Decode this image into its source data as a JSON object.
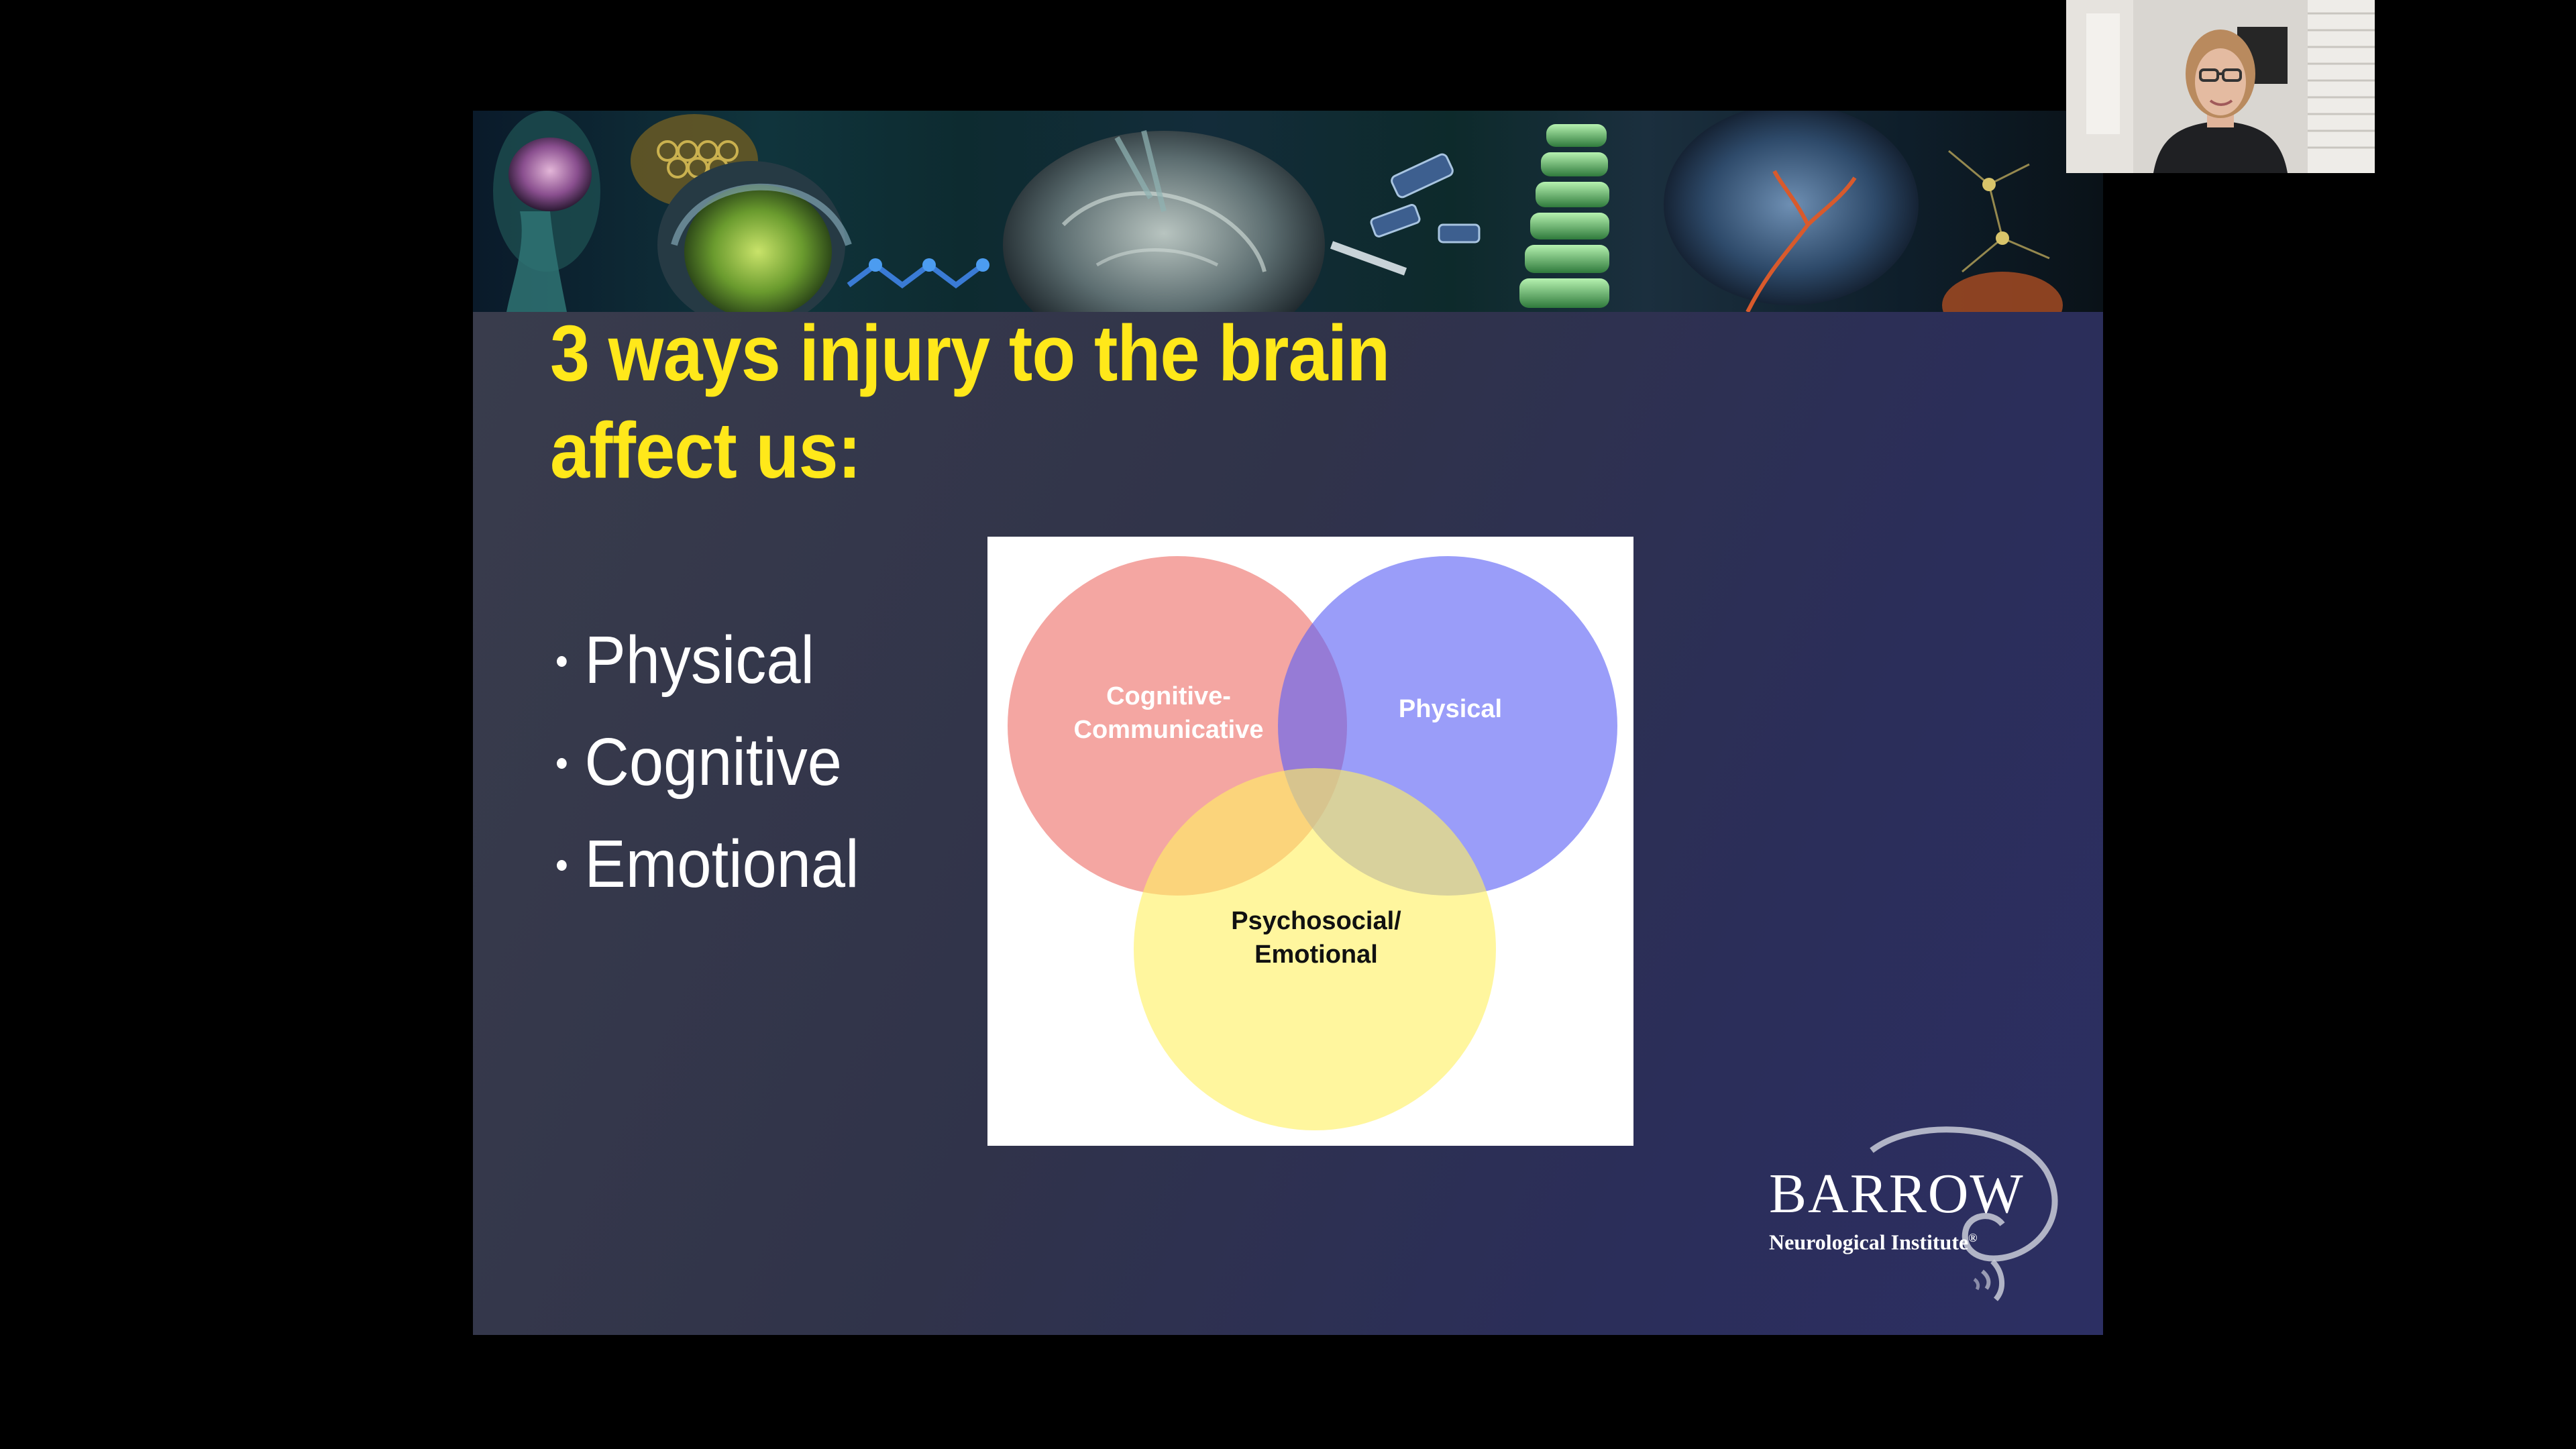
{
  "slide": {
    "title_line1": "3 ways injury to the brain",
    "title_line2": "affect us:",
    "bullets": [
      "Physical",
      "Cognitive",
      "Emotional"
    ],
    "colors": {
      "title": "#ffe81a",
      "text": "#ffffff",
      "background": "#32354d"
    }
  },
  "venn": {
    "circles": [
      {
        "label_line1": "Cognitive-",
        "label_line2": "Communicative",
        "color": "#ee6f69"
      },
      {
        "label_line1": "Physical",
        "label_line2": "",
        "color": "#6b6ff5"
      },
      {
        "label_line1": "Psychosocial/",
        "label_line2": "Emotional",
        "color": "#fff06a"
      }
    ]
  },
  "logo": {
    "name": "BARROW",
    "subtitle": "Neurological Institute",
    "mark": "®"
  },
  "webcam": {
    "icon": "presenter-video-thumbnail"
  }
}
